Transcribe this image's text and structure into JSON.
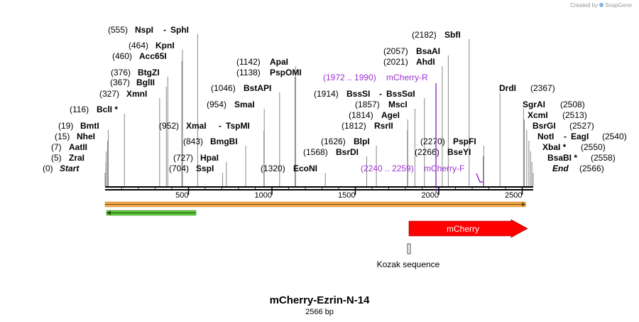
{
  "credit": {
    "text": "Created by",
    "brand": "SnapGene"
  },
  "plasmid": {
    "name": "mCherry-Ezrin-N-14",
    "length_label": "2566 bp",
    "length": 2566
  },
  "axis_ticks": [
    {
      "pos": 500,
      "label": "500"
    },
    {
      "pos": 1000,
      "label": "1000"
    },
    {
      "pos": 1500,
      "label": "1500"
    },
    {
      "pos": 2000,
      "label": "2000"
    },
    {
      "pos": 2500,
      "label": "2500"
    }
  ],
  "sites_left": [
    {
      "coord": "(555)",
      "name": "NspI",
      "name2": "SphI",
      "pos": 555
    },
    {
      "coord": "(464)",
      "name": "KpnI",
      "pos": 464
    },
    {
      "coord": "(460)",
      "name": "Acc65I",
      "pos": 460
    },
    {
      "coord": "(376)",
      "name": "BtgZI",
      "pos": 376
    },
    {
      "coord": "(367)",
      "name": "BglII",
      "pos": 367
    },
    {
      "coord": "(327)",
      "name": "XmnI",
      "pos": 327
    },
    {
      "coord": "(116)",
      "name": "BclI *",
      "pos": 116
    },
    {
      "coord": "(19)",
      "name": "BmtI",
      "pos": 19
    },
    {
      "coord": "(15)",
      "name": "NheI",
      "pos": 15
    },
    {
      "coord": "(7)",
      "name": "AatII",
      "pos": 7
    },
    {
      "coord": "(5)",
      "name": "ZraI",
      "pos": 5
    },
    {
      "coord": "(0)",
      "name": "Start",
      "pos": 0,
      "italic": true
    }
  ],
  "sites_mid": [
    {
      "coord": "(1142)",
      "name": "ApaI",
      "pos": 1142
    },
    {
      "coord": "(1138)",
      "name": "PspOMI",
      "pos": 1138
    },
    {
      "coord": "(1046)",
      "name": "BstAPI",
      "pos": 1046
    },
    {
      "coord": "(954)",
      "name": "SmaI",
      "pos": 954
    },
    {
      "coord": "(952)",
      "name": "XmaI",
      "name2": "TspMI",
      "pos": 952
    },
    {
      "coord": "(843)",
      "name": "BmgBI",
      "pos": 843
    },
    {
      "coord": "(727)",
      "name": "HpaI",
      "pos": 727
    },
    {
      "coord": "(704)",
      "name": "SspI",
      "pos": 704
    },
    {
      "coord": "(1320)",
      "name": "EcoNI",
      "pos": 1320
    }
  ],
  "sites_right_mid": [
    {
      "coord": "(2182)",
      "name": "SbfI",
      "pos": 2182
    },
    {
      "coord": "(2057)",
      "name": "BsaAI",
      "pos": 2057
    },
    {
      "coord": "(2021)",
      "name": "AhdI",
      "pos": 2021
    },
    {
      "coord": "(1914)",
      "name": "BssSI",
      "name2": "BssSαI",
      "pos": 1914
    },
    {
      "coord": "(1857)",
      "name": "MscI",
      "pos": 1857
    },
    {
      "coord": "(1814)",
      "name": "AgeI",
      "pos": 1814
    },
    {
      "coord": "(1812)",
      "name": "RsrII",
      "pos": 1812
    },
    {
      "coord": "(1626)",
      "name": "BlpI",
      "pos": 1626
    },
    {
      "coord": "(1568)",
      "name": "BsrDI",
      "pos": 1568
    },
    {
      "coord": "(2270)",
      "name": "PspFI",
      "pos": 2270
    },
    {
      "coord": "(2266)",
      "name": "BseYI",
      "pos": 2266
    }
  ],
  "sites_right": [
    {
      "name": "DrdI",
      "coord": "(2367)",
      "pos": 2367
    },
    {
      "name": "SgrAI",
      "coord": "(2508)",
      "pos": 2508
    },
    {
      "name": "XcmI",
      "coord": "(2513)",
      "pos": 2513
    },
    {
      "name": "BsrGI",
      "coord": "(2527)",
      "pos": 2527
    },
    {
      "name": "NotI",
      "name2": "EagI",
      "coord": "(2540)",
      "pos": 2540
    },
    {
      "name": "XbaI *",
      "coord": "(2550)",
      "pos": 2550
    },
    {
      "name": "BsaBI *",
      "coord": "(2558)",
      "pos": 2558
    },
    {
      "name": "End",
      "coord": "(2566)",
      "pos": 2566,
      "italic": true
    }
  ],
  "primers": [
    {
      "range": "(1972 .. 1990)",
      "name": "mCherry-R"
    },
    {
      "range": "(2240 .. 2259)",
      "name": "mCherry-F"
    }
  ],
  "features": {
    "mcherry": {
      "label": "mCherry",
      "start": 1840,
      "end": 2566,
      "color": "#ff0000"
    },
    "kozak": {
      "label": "Kozak sequence",
      "pos": 1830
    },
    "orange_bar": {
      "color": "#f3a94a"
    },
    "green_arrow": {
      "color": "#5cc93a"
    }
  }
}
